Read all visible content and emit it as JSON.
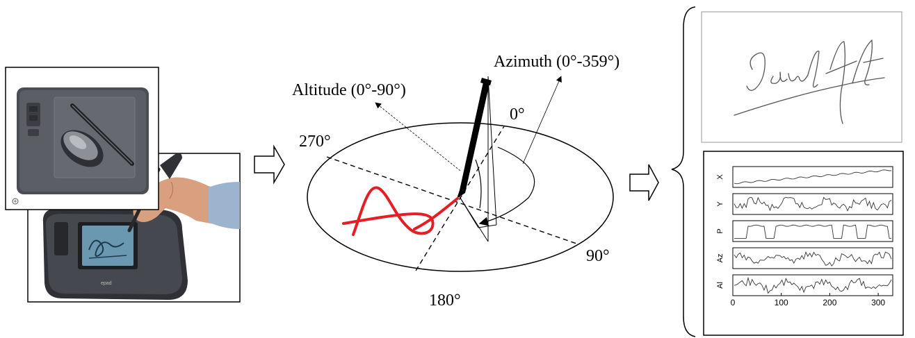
{
  "colors": {
    "stroke": "#000000",
    "trajectory": "#e31e24",
    "device_dark": "#3b3d42",
    "device_mid": "#55585e",
    "lcd": "#5f8fa8",
    "skin": "#d7a17e",
    "paper": "#ffffff"
  },
  "icons": [
    "tablet-device-icon",
    "signature-pad-icon",
    "pen-icon",
    "arrow-right-icon",
    "brace-icon"
  ],
  "diagram": {
    "azimuth_label": "Azimuth (0°-359°)",
    "altitude_label": "Altitude (0°-90°)",
    "angle_0": "0°",
    "angle_90": "90°",
    "angle_180": "180°",
    "angle_270": "270°"
  },
  "signals": {
    "channels": [
      "X",
      "Y",
      "P",
      "Az",
      "Al"
    ],
    "x_ticks": [
      "0",
      "100",
      "200",
      "300"
    ],
    "x_range": [
      0,
      330
    ]
  }
}
